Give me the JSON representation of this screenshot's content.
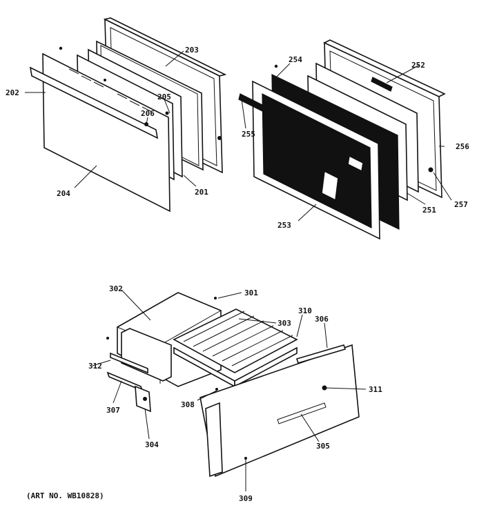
{
  "diagram": {
    "art_number": "(ART NO. WB10828)",
    "callouts": {
      "c201": "201",
      "c202": "202",
      "c203": "203",
      "c204": "204",
      "c205": "205",
      "c206": "206",
      "c251": "251",
      "c252": "252",
      "c253": "253",
      "c254": "254",
      "c255": "255",
      "c256": "256",
      "c257": "257",
      "c301": "301",
      "c302": "302",
      "c303": "303",
      "c304": "304",
      "c305": "305",
      "c306": "306",
      "c307": "307",
      "c308": "308",
      "c309": "309",
      "c310": "310",
      "c311": "311",
      "c312": "312"
    }
  }
}
